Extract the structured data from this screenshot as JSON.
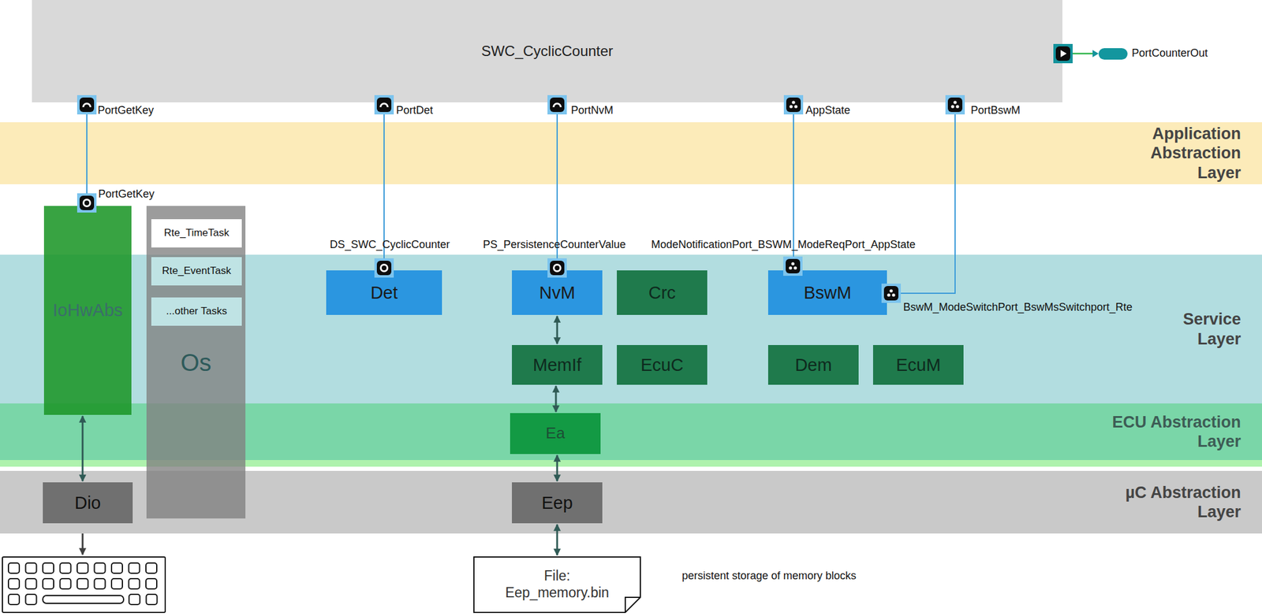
{
  "diagram": {
    "nodes": [
      {
        "text": [
          "SWC_CyclicCounter"
        ]
      },
      {
        "text": [
          "Application Abstraction Layer"
        ]
      },
      {
        "text": [
          "IoHwAbs"
        ]
      },
      {
        "text": [
          "Os"
        ]
      },
      {
        "text": [
          "Rte_TimeTask"
        ],
        "in": 3
      },
      {
        "text": [
          "Rte_EventTask"
        ],
        "in": 3
      },
      {
        "text": [
          "...other Tasks"
        ],
        "in": 3
      },
      {
        "text": [
          "Service Layer"
        ]
      },
      {
        "text": [
          "Det"
        ],
        "in": 7
      },
      {
        "text": [
          "NvM"
        ],
        "in": 7
      },
      {
        "text": [
          "Crc"
        ],
        "in": 7
      },
      {
        "text": [
          "BswM"
        ],
        "in": 7
      },
      {
        "text": [
          "MemIf"
        ],
        "in": 7
      },
      {
        "text": [
          "EcuC"
        ],
        "in": 7
      },
      {
        "text": [
          "Dem"
        ],
        "in": 7
      },
      {
        "text": [
          "EcuM"
        ],
        "in": 7
      },
      {
        "text": [
          "ECU Abstraction Layer"
        ]
      },
      {
        "text": [
          "Ea"
        ],
        "in": 16
      },
      {
        "text": [
          "µC Abstraction Layer"
        ]
      },
      {
        "text": [
          "Dio"
        ],
        "in": 18
      },
      {
        "text": [
          "Eep"
        ],
        "in": 18
      },
      {
        "text": [
          "File: Eep_memory.bin"
        ]
      }
    ],
    "edges": [
      {
        "from": 0,
        "to": 2,
        "arrow": "none"
      },
      {
        "from": 0,
        "to": 8,
        "arrow": "none"
      },
      {
        "from": 0,
        "to": 9,
        "arrow": "none"
      },
      {
        "from": 0,
        "to": 11,
        "arrow": "none"
      },
      {
        "from": 0,
        "to": 11,
        "arrow": "none"
      },
      {
        "from": 9,
        "to": 12,
        "arrow": "both"
      },
      {
        "from": 12,
        "to": 17,
        "arrow": "both"
      },
      {
        "from": 17,
        "to": 20,
        "arrow": "both"
      },
      {
        "from": 2,
        "to": 19,
        "arrow": "both"
      },
      {
        "from": 20,
        "to": 21,
        "arrow": "both"
      }
    ],
    "labels": [
      "PortGetKey",
      "PortDet",
      "PortNvM",
      "AppState",
      "PortBswM",
      "PortCounterOut",
      "PortGetKey",
      "DS_SWC_CyclicCounter",
      "PS_PersistenceCounterValue",
      "ModeNotificationPort_BSWM_ModeReqPort_AppState",
      "BswM_ModeSwitchPort_BswMsSwitchport_Rte",
      "persistent storage of memory blocks"
    ]
  }
}
